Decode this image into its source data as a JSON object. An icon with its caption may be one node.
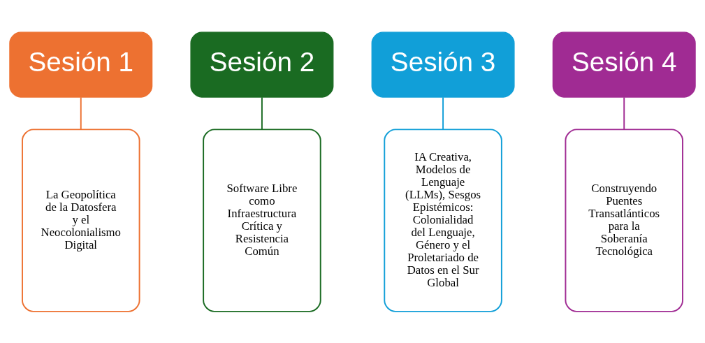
{
  "diagram": {
    "nodes": [
      {
        "text": [
          "Sesión 1"
        ]
      },
      {
        "text": [
          "La Geopolítica de la Datosfera y el Neocolonialismo Digital"
        ]
      },
      {
        "text": [
          "Sesión 2"
        ]
      },
      {
        "text": [
          "Software Libre como Infraestructura Crítica y Resistencia Común"
        ]
      },
      {
        "text": [
          "Sesión 3"
        ]
      },
      {
        "text": [
          "IA Creativa, Modelos de Lenguaje (LLMs), Sesgos Epistémicos: Colonialidad del Lenguaje, Género y el Proletariado de Datos en el Sur Global"
        ]
      },
      {
        "text": [
          "Sesión 4"
        ]
      },
      {
        "text": [
          "Construyendo Puentes Transatlánticos para la Soberanía Tecnológica"
        ]
      }
    ],
    "edges": [
      {
        "from": 0,
        "to": 1,
        "arrow": "none",
        "color": "#ed7131"
      },
      {
        "from": 2,
        "to": 3,
        "arrow": "none",
        "color": "#1a6b22"
      },
      {
        "from": 4,
        "to": 5,
        "arrow": "none",
        "color": "#119fd8"
      },
      {
        "from": 6,
        "to": 7,
        "arrow": "none",
        "color": "#a02b93"
      }
    ]
  }
}
